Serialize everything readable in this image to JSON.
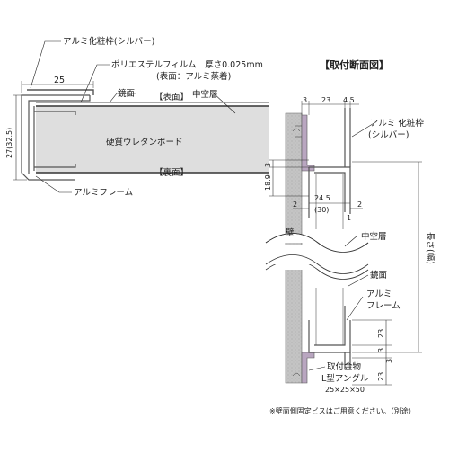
{
  "left_section": {
    "frame_cover_label": "アルミ化粧枠(シルバー)",
    "film_label": "ポリエステルフィルム　厚さ0.025mm",
    "film_sub_label": "(表面：アルミ蒸着)",
    "mirror_label": "鏡面",
    "surface_label": "【表面】",
    "hollow_label": "中空層",
    "core_label": "硬質ウレタンボード",
    "back_label": "【裏面】",
    "frame_label": "アルミフレーム",
    "dim_width": "25",
    "dim_height": "27(32.5)"
  },
  "right_section": {
    "title": "【取付断面図】",
    "dim_top_3": "3",
    "dim_top_23": "23",
    "dim_top_45": "4.5",
    "cover_label_1": "アルミ 化粧枠",
    "cover_label_2": "(シルバー)",
    "dim_3": "3",
    "dim_189": "18.9",
    "dim_245": "24.5",
    "dim_30": "(30)",
    "dim_2a": "2",
    "dim_2b": "2",
    "dim_1": "1",
    "wall_label": "壁",
    "hollow_label": "中空層",
    "length_label": "長さ(幅)",
    "mirror_label": "鏡面",
    "frame_label_1": "アルミ",
    "frame_label_2": "フレーム",
    "dim_23a": "23",
    "dim_3a": "3",
    "dim_3b": "3",
    "dim_23b": "23",
    "bracket_label_1": "取付金物",
    "bracket_label_2": "L型アングル",
    "bracket_label_3": "25×25×50",
    "footnote": "※壁面側固定ビスはご用意ください。（別途）"
  },
  "colors": {
    "board_fill": "#dedede",
    "wall_fill": "#c4c4c4",
    "bracket_fill": "#b9a6c0",
    "frame_stroke": "#555555",
    "line": "#333333"
  }
}
